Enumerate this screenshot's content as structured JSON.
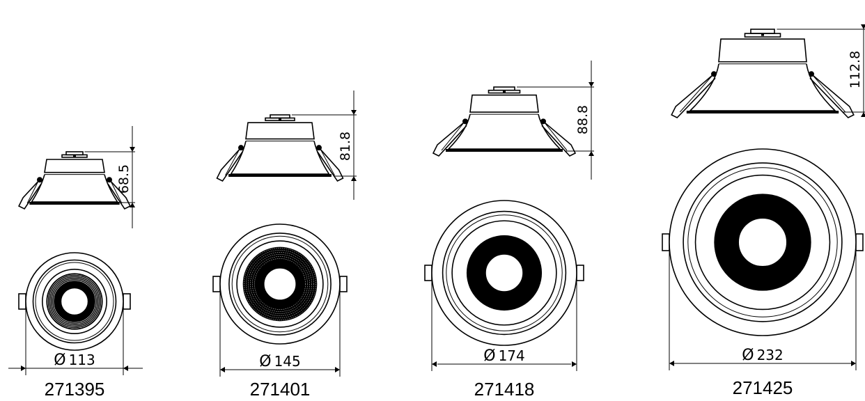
{
  "products": [
    {
      "model": "271395",
      "height_label": "68.5",
      "diameter_label": "113"
    },
    {
      "model": "271401",
      "height_label": "81.8",
      "diameter_label": "145"
    },
    {
      "model": "271418",
      "height_label": "88.8",
      "diameter_label": "174"
    },
    {
      "model": "271425",
      "height_label": "112.8",
      "diameter_label": "232"
    }
  ],
  "diameter_symbol": "Ø",
  "colors": {
    "line": "#000000",
    "background": "#ffffff"
  }
}
